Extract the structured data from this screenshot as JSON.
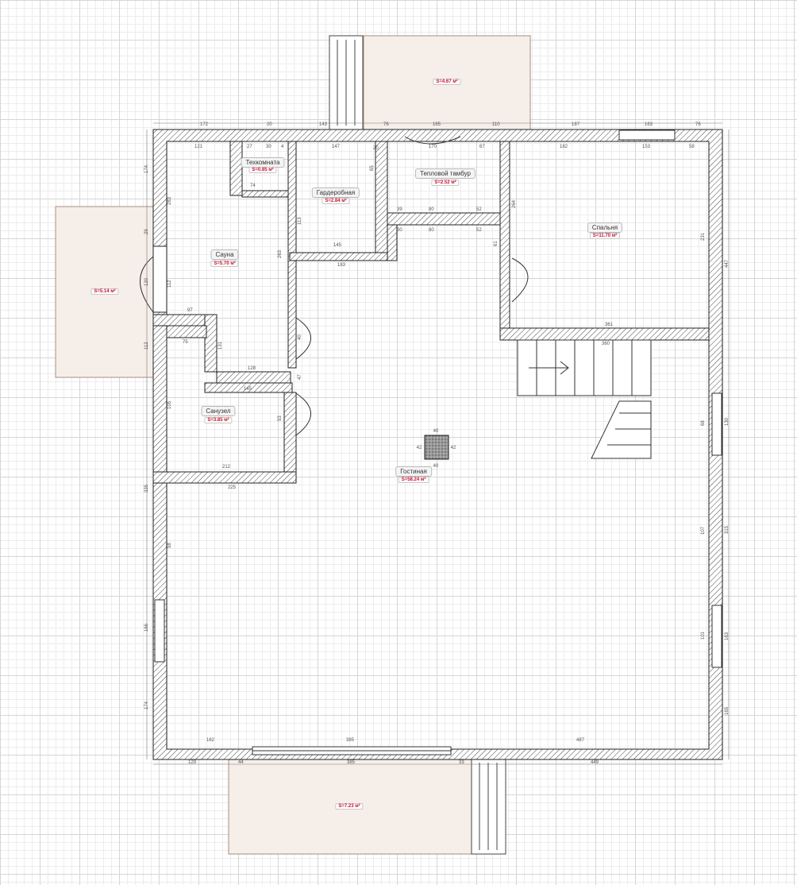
{
  "rooms": [
    {
      "name": "Техкомната",
      "area": "S=0.85 м²"
    },
    {
      "name": "Гардеробная",
      "area": "S=2.84 м²"
    },
    {
      "name": "Тепловой тамбур",
      "area": "S=2.52 м²"
    },
    {
      "name": "Спальня",
      "area": "S=11.70 м²"
    },
    {
      "name": "Сауна",
      "area": "S=5.70 м²"
    },
    {
      "name": "Санузел",
      "area": "S=3.85 м²"
    },
    {
      "name": "Гостиная",
      "area": "S=58.24 м²"
    }
  ],
  "terraces": {
    "top": "S=4.67 м²",
    "left": "S=5.14 м²",
    "bottom": "S=7.23 м²"
  },
  "column": {
    "top": "40",
    "bottom": "40",
    "left": "42",
    "right": "42"
  },
  "dimensions": {
    "outer_top": [
      "172",
      "20",
      "143",
      "76",
      "165",
      "110",
      "187",
      "163",
      "76"
    ],
    "outer_bottom": [
      "129",
      "44",
      "385",
      "33",
      "449"
    ],
    "outer_left": [
      "174",
      "29",
      "120",
      "112",
      "335",
      "166",
      "174"
    ],
    "outer_right": [
      "447",
      "130",
      "315",
      "163",
      "165"
    ],
    "inner": [
      "121",
      "147",
      "170",
      "67",
      "182",
      "153",
      "58",
      "20",
      "27",
      "30",
      "4",
      "74",
      "39",
      "80",
      "52",
      "30",
      "80",
      "52",
      "145",
      "183",
      "97",
      "75",
      "128",
      "145",
      "212",
      "225",
      "361",
      "360",
      "162",
      "385",
      "487",
      "283",
      "264",
      "112",
      "131",
      "105",
      "58",
      "231",
      "113",
      "263",
      "40",
      "65",
      "101",
      "53",
      "107",
      "68",
      "47",
      "61"
    ]
  }
}
